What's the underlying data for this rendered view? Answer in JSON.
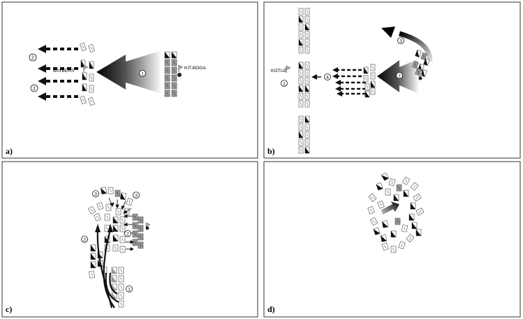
{
  "panels": [
    {
      "label": "a)"
    },
    {
      "label": "b)"
    },
    {
      "label": "c)"
    },
    {
      "label": "d)"
    }
  ],
  "labels": {
    "baybers": "BAYBERS",
    "kitboga": "KIT-BOGA",
    "kotuz": "KOTUZ"
  },
  "markers": {
    "one": "1",
    "two": "2",
    "three": "3",
    "four": "4"
  },
  "colors": {
    "ink": "#111111",
    "dark": "#1a1a1a",
    "mid": "#9a9a9a",
    "light": "#d9d9d9",
    "border": "#333333"
  }
}
